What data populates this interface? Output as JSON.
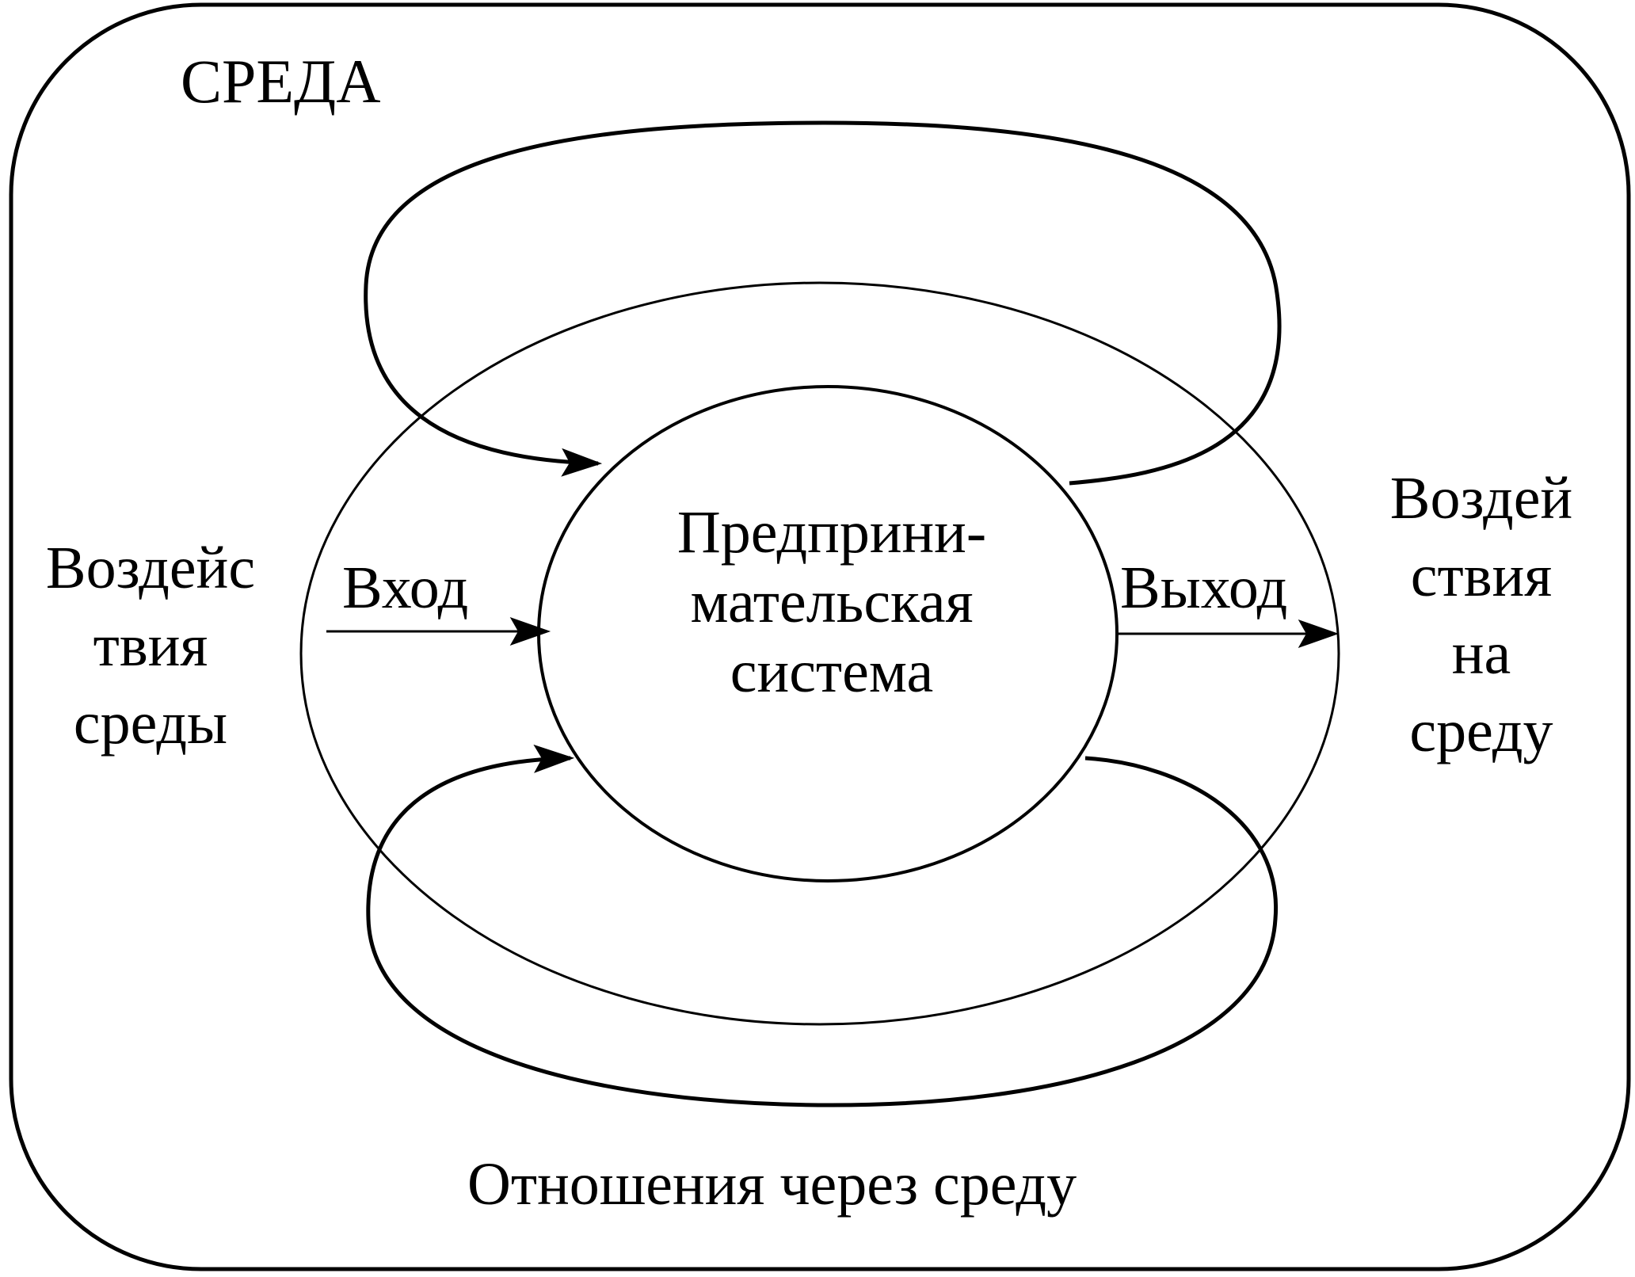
{
  "title": "СРЕДА",
  "center_label": [
    "Предприни-",
    "мательская",
    "система"
  ],
  "input_label": "Вход",
  "output_label": "Выход",
  "left_label": [
    "Воздейс",
    "твия",
    "среды"
  ],
  "right_label": [
    "Воздей",
    "ствия",
    "на",
    "среду"
  ],
  "bottom_label": "Отношения через среду",
  "colors": {
    "stroke": "#000000",
    "background": "#ffffff"
  }
}
